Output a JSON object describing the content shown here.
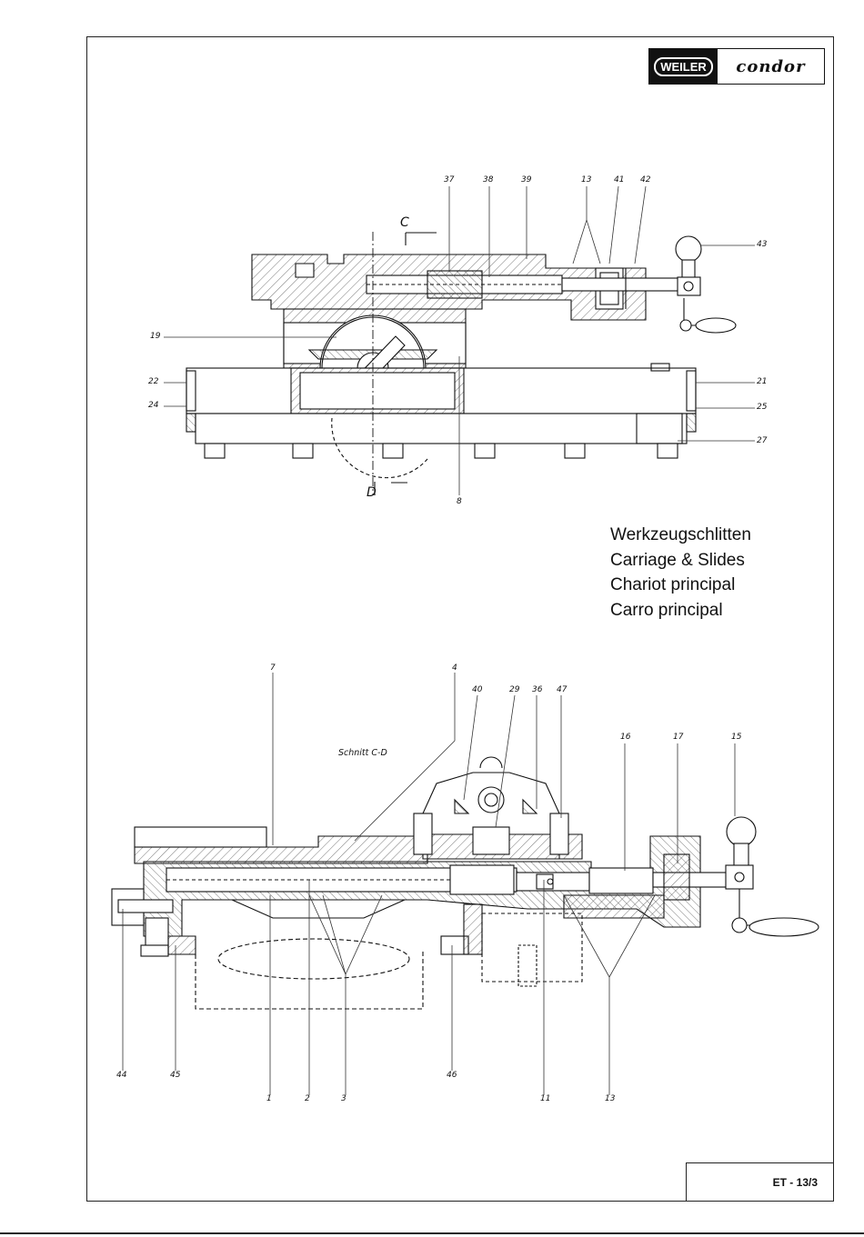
{
  "brand": {
    "left": "WEILER",
    "right": "condor"
  },
  "title_lines": [
    "Werkzeugschlitten",
    "Carriage & Slides",
    "Chariot principal",
    "Carro principal"
  ],
  "section_label": "Schnitt C-D",
  "section_markers": {
    "c": "C",
    "d": "D"
  },
  "page_number": "ET - 13/3",
  "top_callouts": {
    "n37": "37",
    "n38": "38",
    "n39": "39",
    "n13": "13",
    "n41": "41",
    "n42": "42",
    "n43": "43",
    "n19": "19",
    "n22": "22",
    "n24": "24",
    "n21": "21",
    "n25": "25",
    "n27": "27",
    "n8": "8"
  },
  "bottom_callouts": {
    "n7": "7",
    "n4": "4",
    "n40": "40",
    "n29": "29",
    "n36": "36",
    "n47": "47",
    "n16": "16",
    "n17": "17",
    "n15": "15",
    "n44": "44",
    "n45": "45",
    "n46": "46",
    "n1": "1",
    "n2": "2",
    "n3": "3",
    "n11": "11",
    "n13": "13"
  }
}
